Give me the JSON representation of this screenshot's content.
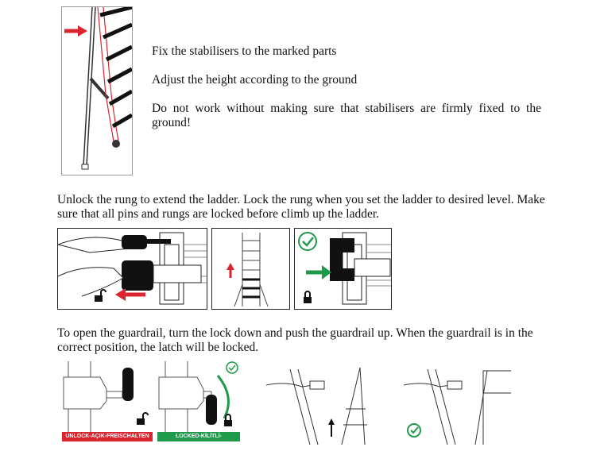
{
  "section1": {
    "instructions": [
      "Fix the stabilisers to the marked parts",
      "Adjust the height according to the ground",
      "Do not work without making sure that stabilisers are firmly fixed to the ground!"
    ]
  },
  "section2": {
    "text": "Unlock the rung to extend the ladder. Lock the rung when you set the ladder  to desired level. Make sure that all  pins and rungs are locked before climb up the ladder."
  },
  "section3": {
    "text": "To open the guardrail, turn the lock down and push the guardrail up. When the guardrail is in the correct position, the latch will be locked.",
    "unlock_label": "UNLOCK-AÇIK-FREISCHALTEN",
    "locked_label": "LOCKED-KİLİTLİ-VERSCHLOSSEN"
  },
  "colors": {
    "red": "#d9252f",
    "green": "#1f9a4a"
  }
}
